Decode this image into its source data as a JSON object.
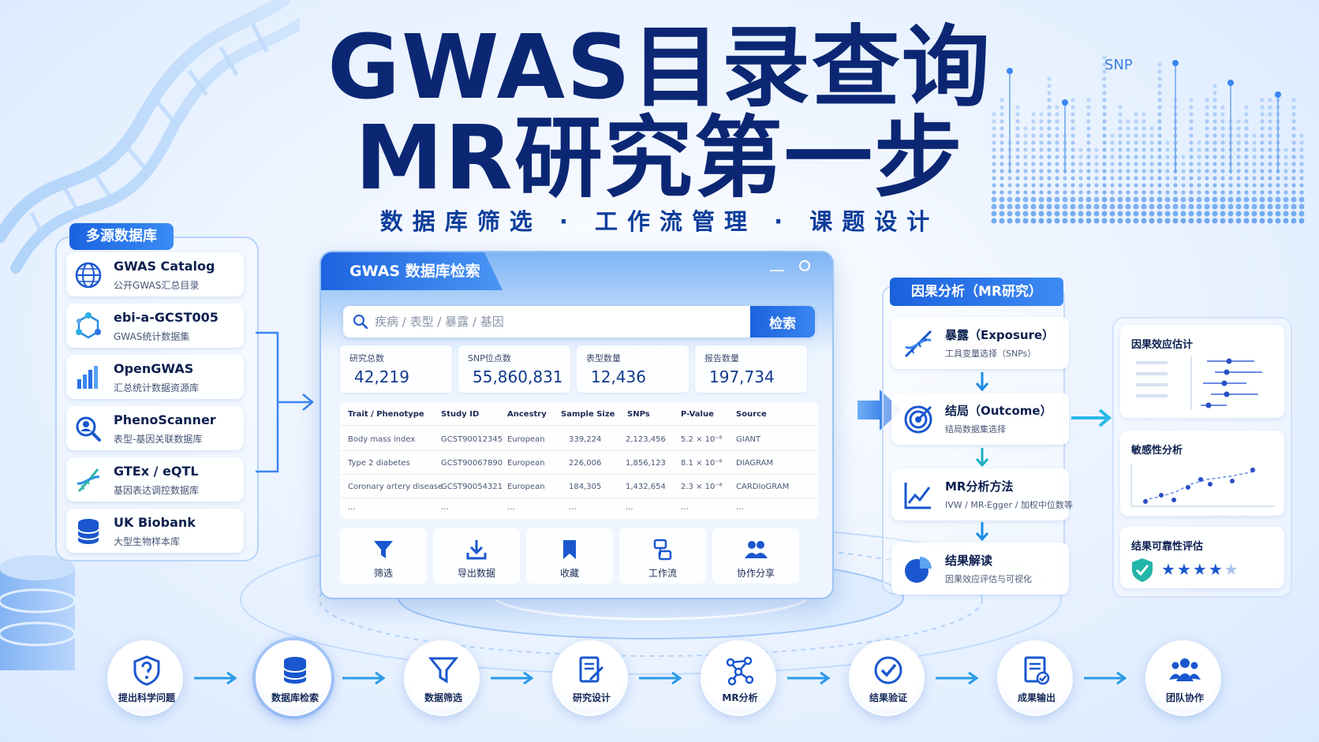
{
  "title": {
    "line1": "GWAS目录查询",
    "line2": "MR研究第一步",
    "subtitle": "数据库筛选 · 工作流管理 · 课题设计"
  },
  "snp_label": "SNP",
  "left_panel": {
    "badge": "多源数据库",
    "items": [
      {
        "name": "GWAS Catalog",
        "desc": "公开GWAS汇总目录",
        "icon": "globe-icon"
      },
      {
        "name": "ebi-a-GCST005",
        "desc": "GWAS统计数据集",
        "icon": "molecule-icon"
      },
      {
        "name": "OpenGWAS",
        "desc": "汇总统计数据资源库",
        "icon": "bar-chart-icon"
      },
      {
        "name": "PhenoScanner",
        "desc": "表型-基因关联数据库",
        "icon": "search-person-icon"
      },
      {
        "name": "GTEx / eQTL",
        "desc": "基因表达调控数据库",
        "icon": "dna-icon"
      },
      {
        "name": "UK Biobank",
        "desc": "大型生物样本库",
        "icon": "database-icon"
      }
    ]
  },
  "search_window": {
    "title": "GWAS 数据库检索",
    "search_placeholder": "疾病 / 表型 / 暴露 / 基因",
    "search_button": "检索",
    "stats": [
      {
        "label": "研究总数",
        "value": "42,219"
      },
      {
        "label": "SNP位点数",
        "value": "55,860,831"
      },
      {
        "label": "表型数量",
        "value": "12,436"
      },
      {
        "label": "报告数量",
        "value": "197,734"
      }
    ],
    "table": {
      "headers": [
        "Trait / Phenotype",
        "Study ID",
        "Ancestry",
        "Sample Size",
        "SNPs",
        "P-Value",
        "Source"
      ],
      "rows": [
        [
          "Body mass index",
          "GCST90012345",
          "European",
          "339,224",
          "2,123,456",
          "5.2 × 10⁻⁸",
          "GIANT"
        ],
        [
          "Type 2 diabetes",
          "GCST90067890",
          "European",
          "226,006",
          "1,856,123",
          "8.1 × 10⁻⁸",
          "DIAGRAM"
        ],
        [
          "Coronary artery disease",
          "GCST90054321",
          "European",
          "184,305",
          "1,432,654",
          "2.3 × 10⁻⁸",
          "CARDIoGRAM"
        ],
        [
          "...",
          "...",
          "...",
          "...",
          "...",
          "...",
          "..."
        ]
      ]
    },
    "actions": [
      {
        "label": "筛选",
        "icon": "filter-icon"
      },
      {
        "label": "导出数据",
        "icon": "download-icon"
      },
      {
        "label": "收藏",
        "icon": "bookmark-icon"
      },
      {
        "label": "工作流",
        "icon": "workflow-icon"
      },
      {
        "label": "协作分享",
        "icon": "users-icon"
      }
    ]
  },
  "mr_panel": {
    "badge": "因果分析（MR研究）",
    "steps": [
      {
        "name": "暴露（Exposure）",
        "desc": "工具变量选择（SNPs）",
        "icon": "dna-icon"
      },
      {
        "name": "结局（Outcome）",
        "desc": "结局数据集选择",
        "icon": "target-icon"
      },
      {
        "name": "MR分析方法",
        "desc": "IVW / MR-Egger / 加权中位数等",
        "icon": "line-chart-icon"
      },
      {
        "name": "结果解读",
        "desc": "因果效应评估与可视化",
        "icon": "pie-chart-icon"
      }
    ]
  },
  "results_panel": {
    "cards": [
      {
        "title": "因果效应估计"
      },
      {
        "title": "敏感性分析"
      },
      {
        "title": "结果可靠性评估"
      }
    ],
    "rating": 4,
    "rating_max": 5
  },
  "workflow": [
    {
      "label": "提出科学问题",
      "icon": "question-shield-icon"
    },
    {
      "label": "数据库检索",
      "icon": "database-icon"
    },
    {
      "label": "数据筛选",
      "icon": "filter-icon"
    },
    {
      "label": "研究设计",
      "icon": "edit-doc-icon"
    },
    {
      "label": "MR分析",
      "icon": "network-icon"
    },
    {
      "label": "结果验证",
      "icon": "check-circle-icon"
    },
    {
      "label": "成果输出",
      "icon": "report-icon"
    },
    {
      "label": "团队协作",
      "icon": "team-icon"
    }
  ],
  "colors": {
    "primary": "#1c62de",
    "title": "#0b2774",
    "accent_cyan": "#2bb8e6"
  }
}
